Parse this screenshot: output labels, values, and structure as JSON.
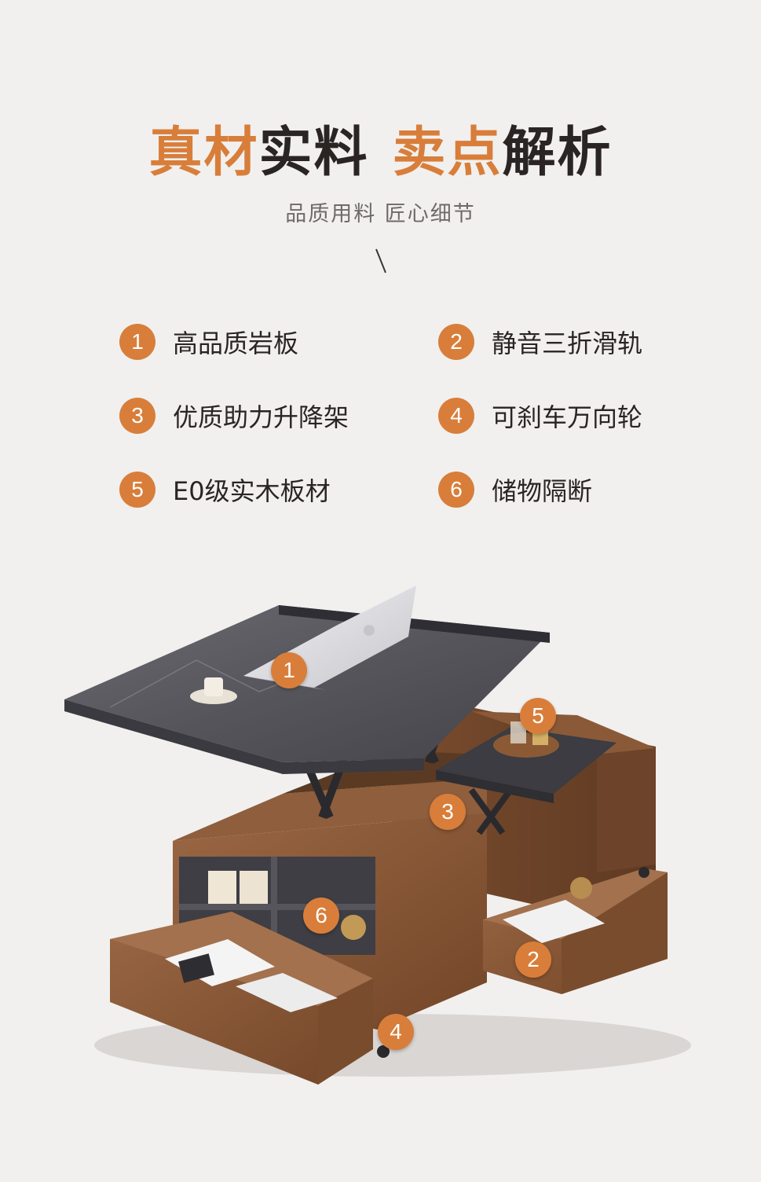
{
  "header": {
    "title_part1": "真材",
    "title_part2": "实料",
    "title_part3": "卖点",
    "title_part4": "解析",
    "subtitle": "品质用料 匠心细节"
  },
  "features": [
    {
      "num": "1",
      "label": "高品质岩板"
    },
    {
      "num": "2",
      "label": "静音三折滑轨"
    },
    {
      "num": "3",
      "label": "优质助力升降架"
    },
    {
      "num": "4",
      "label": "可刹车万向轮"
    },
    {
      "num": "5",
      "label": "E0级实木板材"
    },
    {
      "num": "6",
      "label": "储物隔断"
    }
  ],
  "markers": [
    "1",
    "5",
    "3",
    "6",
    "2",
    "4"
  ],
  "colors": {
    "accent": "#d87e3a",
    "text_dark": "#2a2522",
    "background": "#f1f0ef",
    "wood": "#8b5a3a",
    "stone": "#5a5a5e"
  }
}
